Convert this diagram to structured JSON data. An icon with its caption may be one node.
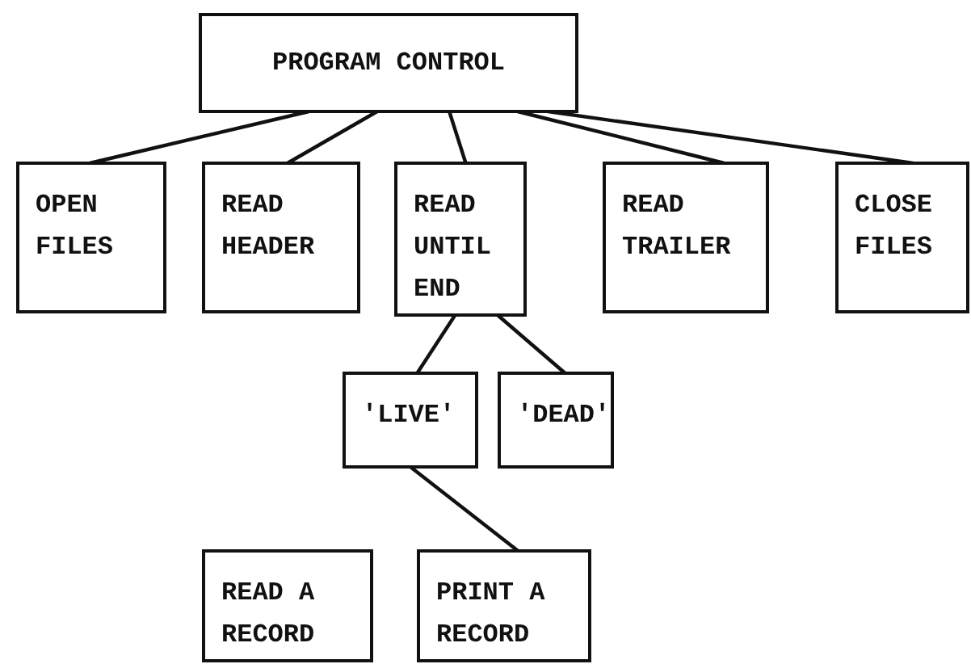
{
  "diagram": {
    "nodes": [
      {
        "text": [
          "PROGRAM CONTROL"
        ]
      },
      {
        "text": [
          "OPEN FILES"
        ]
      },
      {
        "text": [
          "READ HEADER"
        ]
      },
      {
        "text": [
          "READ UNTIL END"
        ]
      },
      {
        "text": [
          "READ TRAILER"
        ]
      },
      {
        "text": [
          "CLOSE FILES"
        ]
      },
      {
        "text": [
          "'LIVE'"
        ]
      },
      {
        "text": [
          "'DEAD'"
        ]
      },
      {
        "text": [
          "READ A RECORD"
        ]
      },
      {
        "text": [
          "PRINT A RECORD"
        ]
      }
    ],
    "edges": [
      {
        "from": 0,
        "to": 1,
        "arrow": "none"
      },
      {
        "from": 0,
        "to": 2,
        "arrow": "none"
      },
      {
        "from": 0,
        "to": 3,
        "arrow": "none"
      },
      {
        "from": 0,
        "to": 4,
        "arrow": "none"
      },
      {
        "from": 0,
        "to": 5,
        "arrow": "none"
      },
      {
        "from": 3,
        "to": 6,
        "arrow": "none"
      },
      {
        "from": 3,
        "to": 7,
        "arrow": "none"
      },
      {
        "from": 6,
        "to": 9,
        "arrow": "none"
      }
    ]
  }
}
